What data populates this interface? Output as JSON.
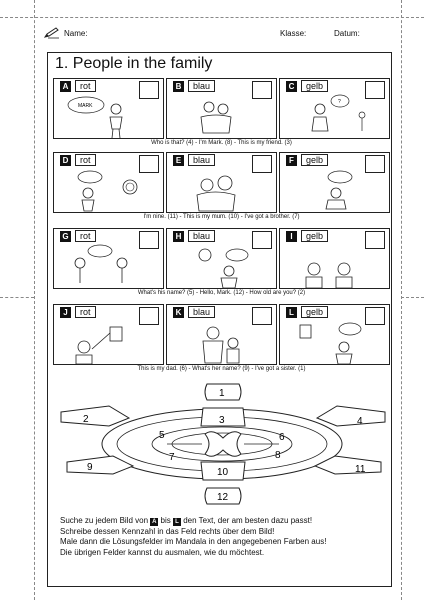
{
  "header": {
    "name_label": "Name:",
    "class_label": "Klasse:",
    "date_label": "Datum:"
  },
  "title": "1. People in the family",
  "rows": [
    {
      "panels": [
        {
          "letter": "A",
          "color": "rot"
        },
        {
          "letter": "B",
          "color": "blau"
        },
        {
          "letter": "C",
          "color": "gelb"
        }
      ],
      "bubble_text": "MARK",
      "caption": "Who is that? (4) - I'm Mark. (8) - This is my friend. (3)"
    },
    {
      "panels": [
        {
          "letter": "D",
          "color": "rot"
        },
        {
          "letter": "E",
          "color": "blau"
        },
        {
          "letter": "F",
          "color": "gelb"
        }
      ],
      "caption": "I'm nine. (11) - This is my mum. (10) - I've got a brother. (7)"
    },
    {
      "panels": [
        {
          "letter": "G",
          "color": "rot"
        },
        {
          "letter": "H",
          "color": "blau"
        },
        {
          "letter": "I",
          "color": "gelb"
        }
      ],
      "caption": "What's his name? (5) - Hello, Mark. (12) - How old are you? (2)"
    },
    {
      "panels": [
        {
          "letter": "J",
          "color": "rot"
        },
        {
          "letter": "K",
          "color": "blau"
        },
        {
          "letter": "L",
          "color": "gelb"
        }
      ],
      "caption": "This is my dad. (6) - What's her name? (9) - I've got a sister. (1)"
    }
  ],
  "mandala": {
    "numbers": [
      "1",
      "2",
      "3",
      "4",
      "5",
      "6",
      "7",
      "8",
      "9",
      "10",
      "11",
      "12"
    ]
  },
  "instructions": {
    "line1_a": "Suche zu jedem Bild von",
    "letter_from": "A",
    "line1_b": "bis",
    "letter_to": "L",
    "line1_c": "den Text, der am besten dazu passt!",
    "line2": "Schreibe dessen Kennzahl in das Feld rechts über dem Bild!",
    "line3": "Male dann die Lösungsfelder im Mandala in den angegebenen Farben aus!",
    "line4": "Die übrigen Felder kannst du ausmalen, wie du möchtest."
  }
}
